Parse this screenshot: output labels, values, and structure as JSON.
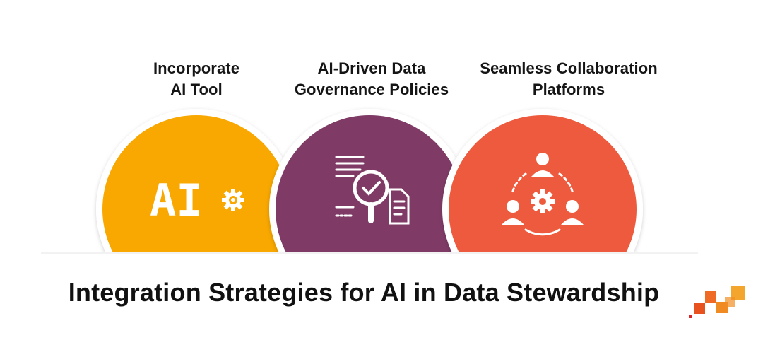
{
  "items": [
    {
      "line1": "Incorporate",
      "line2": "AI Tool",
      "color": "#F8A800",
      "icon": "ai-gear-icon",
      "icon_text": "AI"
    },
    {
      "line1": "AI-Driven Data",
      "line2": "Governance Policies",
      "color": "#7F3A66",
      "icon": "document-magnifier-check-icon"
    },
    {
      "line1": "Seamless Collaboration",
      "line2": "Platforms",
      "color": "#EE5A3C",
      "icon": "team-gear-cycle-icon"
    }
  ],
  "title": "Integration Strategies for AI in Data Stewardship",
  "logo": {
    "icon": "brand-steps-logo-icon",
    "colors": [
      "#D7262A",
      "#E8521F",
      "#F28E23"
    ]
  },
  "colors": {
    "white": "#ffffff",
    "text": "#111111",
    "ring": "#E6E6EA"
  }
}
